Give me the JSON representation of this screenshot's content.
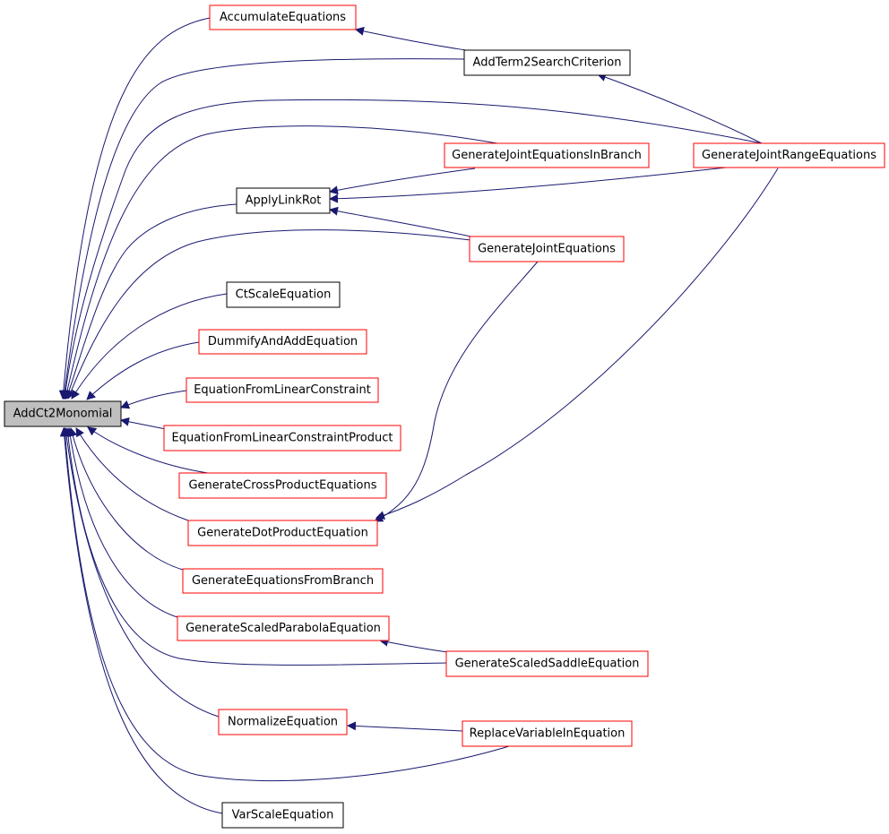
{
  "colors": {
    "edge": "#191970",
    "normal_border": "#000000",
    "incomplete_border": "#ff0000",
    "root_fill": "#bfbfbf"
  },
  "nodes": {
    "root": "AddCt2Monomial",
    "accumulate": "AccumulateEquations",
    "addterm": "AddTerm2SearchCriterion",
    "jointsinbranch": "GenerateJointEquationsInBranch",
    "jointrange": "GenerateJointRangeEquations",
    "applylinkrot": "ApplyLinkRot",
    "jointeqs": "GenerateJointEquations",
    "ctscale": "CtScaleEquation",
    "dummify": "DummifyAndAddEquation",
    "eqlinear": "EquationFromLinearConstraint",
    "eqlinearprod": "EquationFromLinearConstraintProduct",
    "crossprod": "GenerateCrossProductEquations",
    "dotprod": "GenerateDotProductEquation",
    "eqfrombranch": "GenerateEquationsFromBranch",
    "scaledparabola": "GenerateScaledParabolaEquation",
    "scaledsaddle": "GenerateScaledSaddleEquation",
    "normalize": "NormalizeEquation",
    "replacevar": "ReplaceVariableInEquation",
    "varscale": "VarScaleEquation"
  }
}
